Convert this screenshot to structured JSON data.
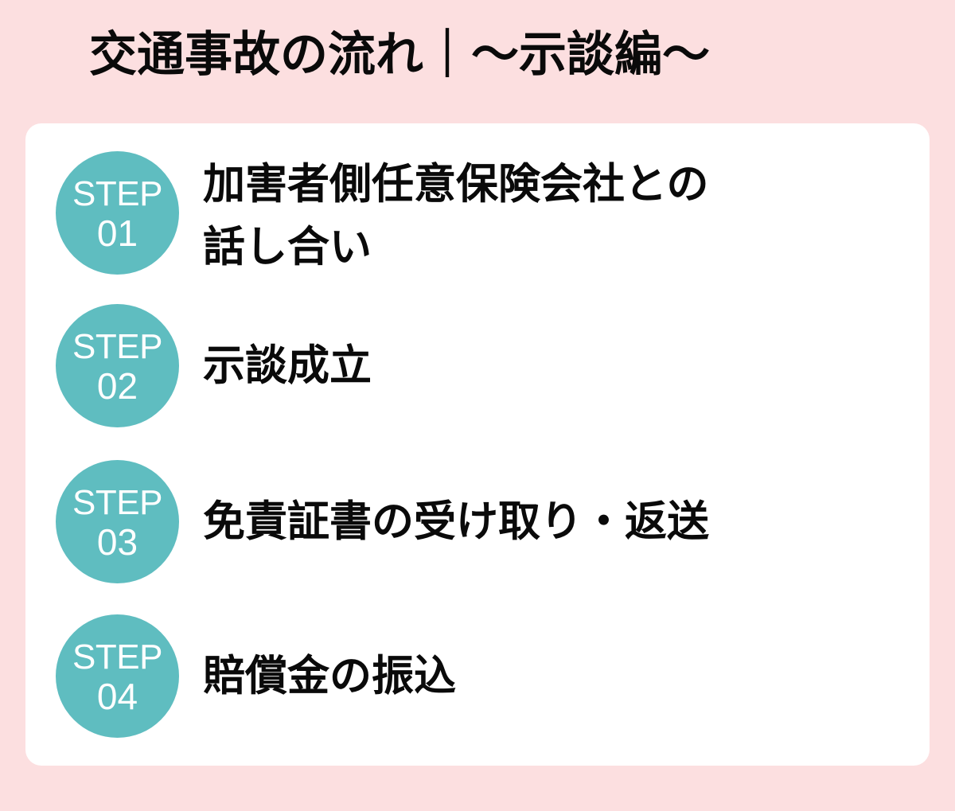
{
  "page": {
    "title": "交通事故の流れ｜〜示談編〜",
    "background_color": "#fcdfe0",
    "card_color": "#ffffff",
    "accent_color": "#5fbdc0",
    "text_color": "#0a0a0a"
  },
  "steps": [
    {
      "badge_word": "STEP",
      "badge_number": "01",
      "label": "加害者側任意保険会社との\n話し合い"
    },
    {
      "badge_word": "STEP",
      "badge_number": "02",
      "label": "示談成立"
    },
    {
      "badge_word": "STEP",
      "badge_number": "03",
      "label": "免責証書の受け取り・返送"
    },
    {
      "badge_word": "STEP",
      "badge_number": "04",
      "label": "賠償金の振込"
    }
  ]
}
